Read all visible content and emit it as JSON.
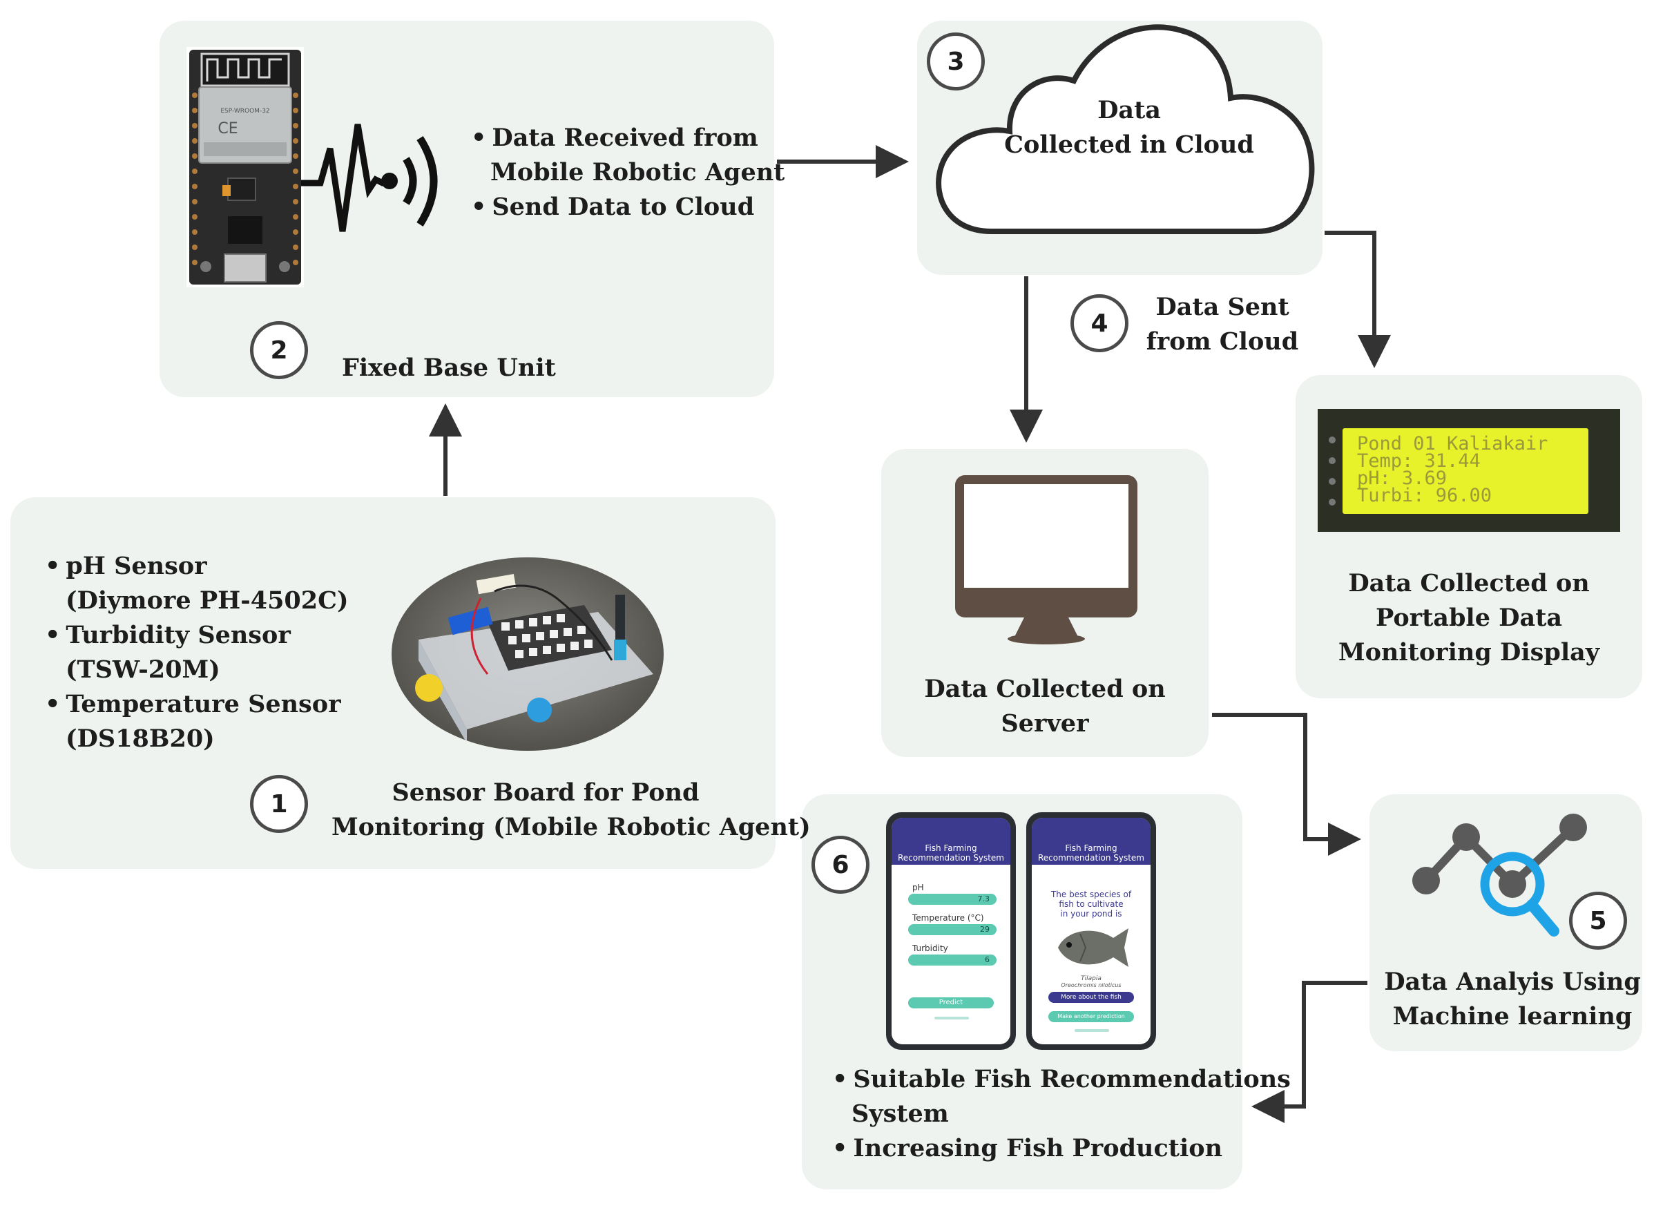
{
  "badges": {
    "one": "1",
    "two": "2",
    "three": "3",
    "four": "4",
    "five": "5",
    "six": "6"
  },
  "sensor_board": {
    "bullets": [
      "pH Sensor",
      "Turbidity Sensor",
      "Temperature Sensor"
    ],
    "models": [
      "(Diymore PH-4502C)",
      "(TSW-20M)",
      "(DS18B20)"
    ],
    "caption_line1": "Sensor Board for Pond",
    "caption_line2": "Monitoring (Mobile Robotic Agent)"
  },
  "base_unit": {
    "bullet1_line1": "Data Received from",
    "bullet1_line2": "Mobile Robotic Agent",
    "bullet2": "Send Data to Cloud",
    "caption": "Fixed Base Unit"
  },
  "cloud": {
    "line1": "Data",
    "line2": "Collected in Cloud"
  },
  "sent": {
    "line1": "Data Sent",
    "line2": "from Cloud"
  },
  "server": {
    "line1": "Data Collected on",
    "line2": "Server"
  },
  "lcd": {
    "line1": "Pond 01 Kaliakair",
    "line2": "Temp: 31.44",
    "line3": "pH: 3.69",
    "line4": "Turbi: 96.00",
    "caption_line1": "Data Collected on",
    "caption_line2": "Portable Data",
    "caption_line3": "Monitoring Display"
  },
  "analysis": {
    "line1": "Data Analyis Using",
    "line2": "Machine learning"
  },
  "recommendation": {
    "bullet1_line1": "Suitable Fish Recommendations",
    "bullet1_line2": "System",
    "bullet2": "Increasing Fish Production"
  },
  "phone_left": {
    "header_line1": "Fish Farming",
    "header_line2": "Recommendation System",
    "label_ph": "pH",
    "value_ph": "7.3",
    "label_temp": "Temperature (°C)",
    "value_temp": "29",
    "label_turb": "Turbidity",
    "value_turb": "6",
    "button": "Predict"
  },
  "phone_right": {
    "header_line1": "Fish Farming",
    "header_line2": "Recommendation System",
    "msg_line1": "The best species of",
    "msg_line2": "fish to cultivate",
    "msg_line3": "in your pond is",
    "fish_name": "Tilapia",
    "fish_latin": "Oreochromis niloticus",
    "button1": "More about the fish",
    "button2": "Make another prediction"
  },
  "colors": {
    "panel": "#eef3ef",
    "arrow": "#333333",
    "monitor": "#5e4e44",
    "lcd_screen": "#e8f22a",
    "magnifier": "#1ea3e6",
    "phone_header": "#3b3a8f",
    "phone_pill": "#5cc9b1"
  },
  "icons": [
    "esp32-board-image",
    "wireless-signal-icon",
    "cloud-icon",
    "monitor-icon",
    "lcd-display-image",
    "robot-sensor-image",
    "analytics-icon",
    "smartphone-app-image"
  ]
}
